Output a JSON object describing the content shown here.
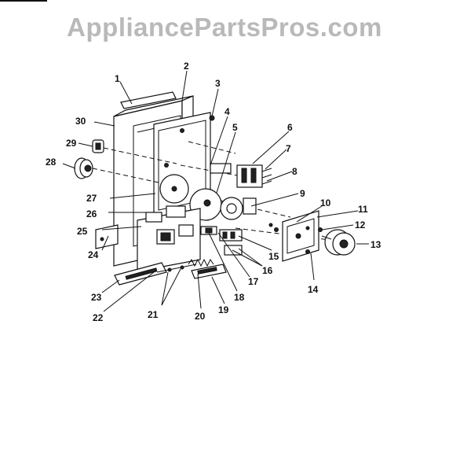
{
  "header": {
    "watermark": "AppliancePartsPros.com"
  },
  "callouts": [
    {
      "id": "c1",
      "text": "1"
    },
    {
      "id": "c2",
      "text": "2"
    },
    {
      "id": "c3",
      "text": "3"
    },
    {
      "id": "c4",
      "text": "4"
    },
    {
      "id": "c5",
      "text": "5"
    },
    {
      "id": "c6",
      "text": "6"
    },
    {
      "id": "c7",
      "text": "7"
    },
    {
      "id": "c8",
      "text": "8"
    },
    {
      "id": "c9",
      "text": "9"
    },
    {
      "id": "c10",
      "text": "10"
    },
    {
      "id": "c11",
      "text": "11"
    },
    {
      "id": "c12",
      "text": "12"
    },
    {
      "id": "c13",
      "text": "13"
    },
    {
      "id": "c14",
      "text": "14"
    },
    {
      "id": "c15",
      "text": "15"
    },
    {
      "id": "c16",
      "text": "16"
    },
    {
      "id": "c17",
      "text": "17"
    },
    {
      "id": "c18",
      "text": "18"
    },
    {
      "id": "c19",
      "text": "19"
    },
    {
      "id": "c20",
      "text": "20"
    },
    {
      "id": "c21",
      "text": "21"
    },
    {
      "id": "c22",
      "text": "22"
    },
    {
      "id": "c23",
      "text": "23"
    },
    {
      "id": "c24",
      "text": "24"
    },
    {
      "id": "c25",
      "text": "25"
    },
    {
      "id": "c26",
      "text": "26"
    },
    {
      "id": "c27",
      "text": "27"
    },
    {
      "id": "c28",
      "text": "28"
    },
    {
      "id": "c29",
      "text": "29"
    },
    {
      "id": "c30",
      "text": "30"
    }
  ]
}
